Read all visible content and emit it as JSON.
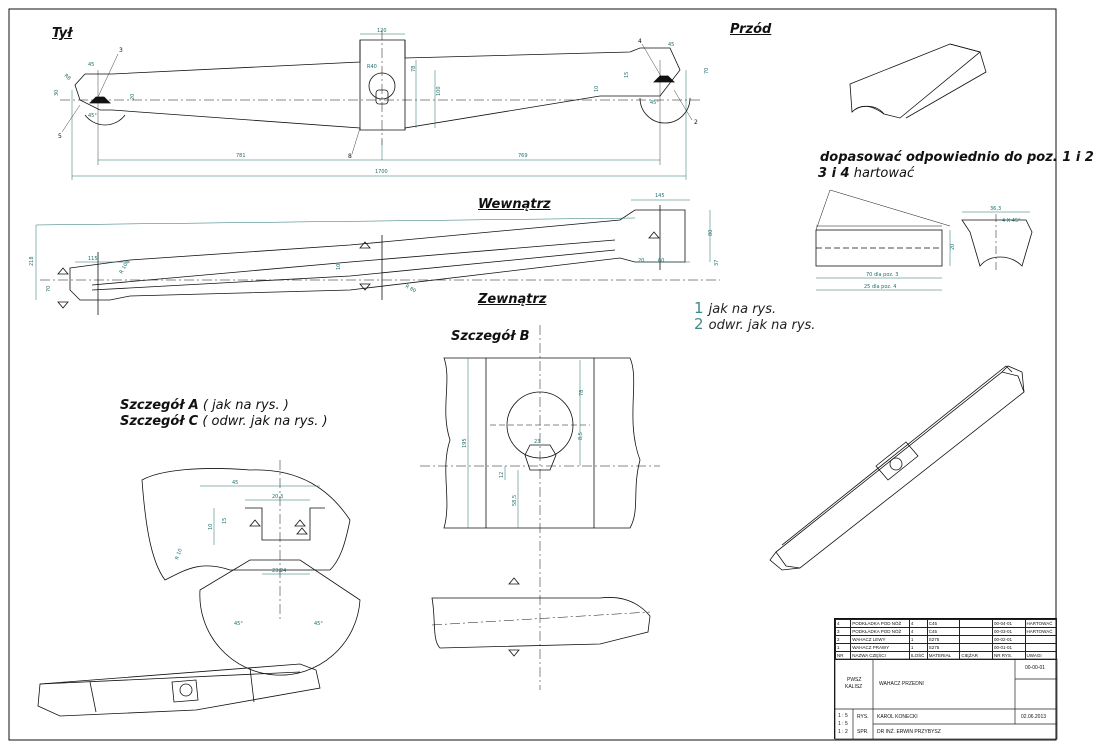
{
  "labels": {
    "tyl": "Tył",
    "przod": "Przód",
    "wewnatrz": "Wewnątrz",
    "zewnatrz": "Zewnątrz",
    "szczegol_b": "Szczegół B",
    "szczegol_a": "Szczegół A",
    "szczegol_a_note": "( jak na rys. )",
    "szczegol_c": "Szczegół C",
    "szczegol_c_note": "( odwr. jak na rys. )",
    "dopasowac_line1": "dopasować odpowiednio do poz. 1 i 2",
    "dopasowac_line2_bold": "3 i 4",
    "dopasowac_line2_rest": " hartować",
    "variant1_num": "1",
    "variant1_text": "jak na rys.",
    "variant2_num": "2",
    "variant2_text": "odwr. jak na rys."
  },
  "dimensions": {
    "top_120": "120",
    "top_78": "78",
    "top_100": "100",
    "top_r40": "R40",
    "top_781": "781",
    "top_769": "769",
    "top_1700": "1700",
    "top_45_left": "45",
    "top_45_right": "45",
    "top_45deg_l": "45°",
    "top_45deg_r": "45°",
    "top_15": "15",
    "top_30": "30",
    "top_70_r": "70",
    "top_20": "20",
    "top_10": "10",
    "top_r8": "R8",
    "side_145": "145",
    "side_218": "218",
    "side_115": "115",
    "side_70": "70",
    "side_60": "60",
    "side_80": "80",
    "side_20": "20",
    "side_r100": "R 100",
    "side_r80": "R 80",
    "side_37": "37",
    "side_10": "10",
    "det_b_78": "78",
    "det_b_195": "195",
    "det_b_8_5": "8,5",
    "det_b_58_5": "58,5",
    "det_b_12": "12",
    "det_b_23": "23",
    "det_a_45": "45",
    "det_a_20_3": "20,3",
    "det_a_10": "10",
    "det_a_15": "15",
    "det_a_23_24": "23,24",
    "det_a_45deg_l": "45°",
    "det_a_45deg_r": "45°",
    "det_a_r10": "R 10",
    "blade_36_3": "36,3",
    "blade_4x45": "4 X 45°",
    "blade_70_dla_poz3": "70 dla poz. 3",
    "blade_25_dla_poz4": "25 dla poz. 4",
    "blade_20": "20"
  },
  "callouts": [
    "3",
    "4",
    "8",
    "5",
    "2"
  ],
  "parts_list": {
    "rows": [
      {
        "nr": "4",
        "name": "PODKŁADKA POD NÓŻ",
        "qty": "4",
        "material": "C45",
        "mass": "",
        "drawing": "00-04-01",
        "remarks": "HARTOWAĆ"
      },
      {
        "nr": "3",
        "name": "PODKŁADKA POD NÓŻ",
        "qty": "4",
        "material": "C45",
        "mass": "",
        "drawing": "00-03-01",
        "remarks": "HARTOWAĆ"
      },
      {
        "nr": "2",
        "name": "WAHACZ LEWY",
        "qty": "1",
        "material": "S275",
        "mass": "",
        "drawing": "00-02-01",
        "remarks": ""
      },
      {
        "nr": "1",
        "name": "WAHACZ PRAWY",
        "qty": "1",
        "material": "S275",
        "mass": "",
        "drawing": "00-01-01",
        "remarks": ""
      }
    ],
    "headers": [
      "NR",
      "NAZWA CZĘŚCI",
      "ILOŚĆ",
      "MATERIAŁ",
      "CIĘŻAR",
      "NR RYS.",
      "UWAGI"
    ]
  },
  "title_block": {
    "school_line1": "PWSZ",
    "school_line2": "KALISZ",
    "title": "WAHACZ PRZEDNI",
    "drawing_no": "00-00-01",
    "scales": [
      "1 : 5",
      "1 : 5",
      "1 : 2"
    ],
    "rys_label": "RYS.",
    "drawn_by": "KAROL KONECKI",
    "date": "02.06.2013",
    "spr_label": "SPR.",
    "checked_by": "DR INŻ. ERWIN PRZYBYSZ"
  },
  "colors": {
    "line": "#111111",
    "dimension": "#1f6f6f",
    "note_accent": "#3d8a8a"
  }
}
